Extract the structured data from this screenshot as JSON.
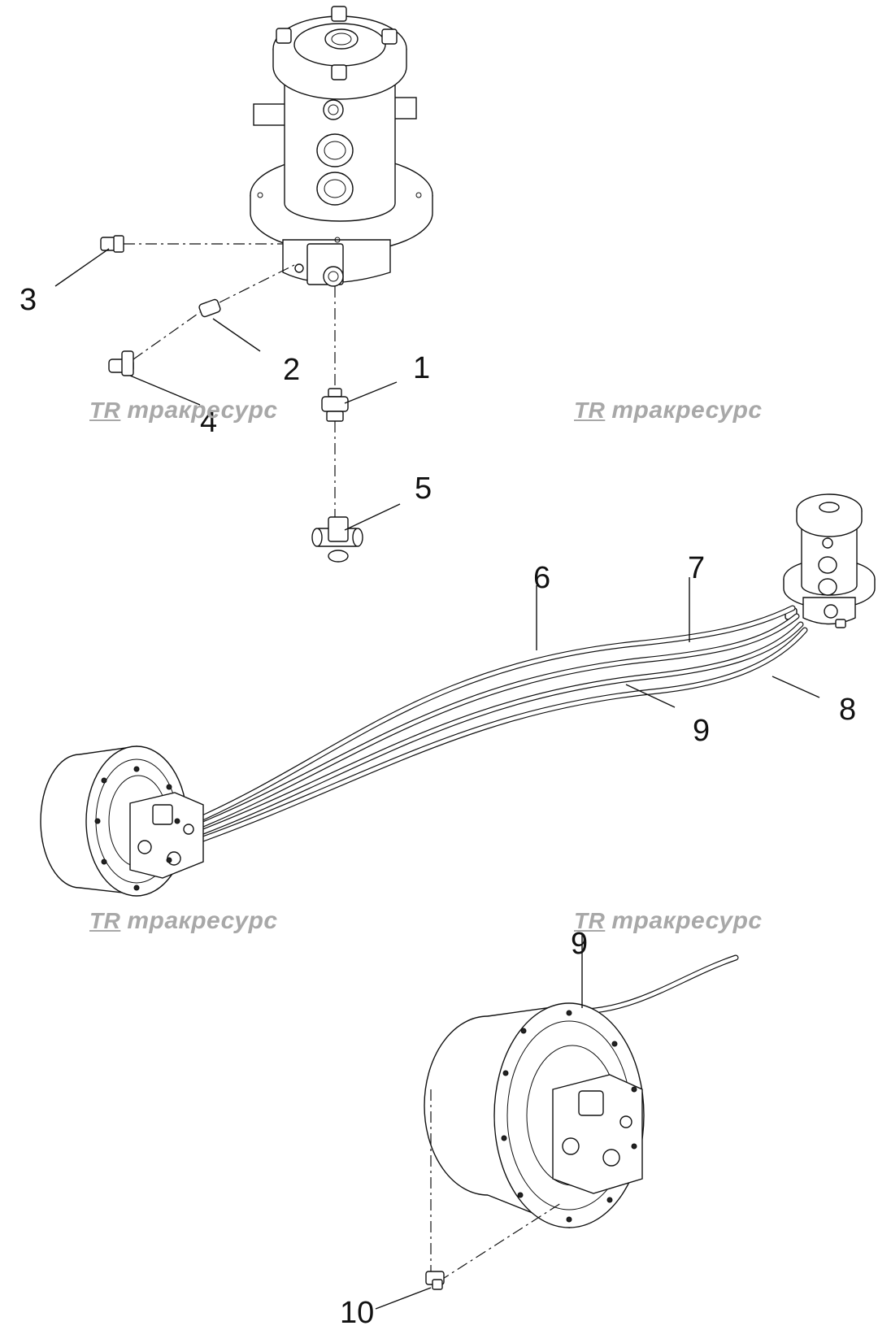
{
  "callouts": {
    "c1": "1",
    "c2": "2",
    "c3": "3",
    "c4": "4",
    "c5": "5",
    "c6": "6",
    "c7": "7",
    "c8": "8",
    "c9a": "9",
    "c9b": "9",
    "c10": "10"
  },
  "watermark": {
    "logo": "TR",
    "text": "тракресурс"
  }
}
